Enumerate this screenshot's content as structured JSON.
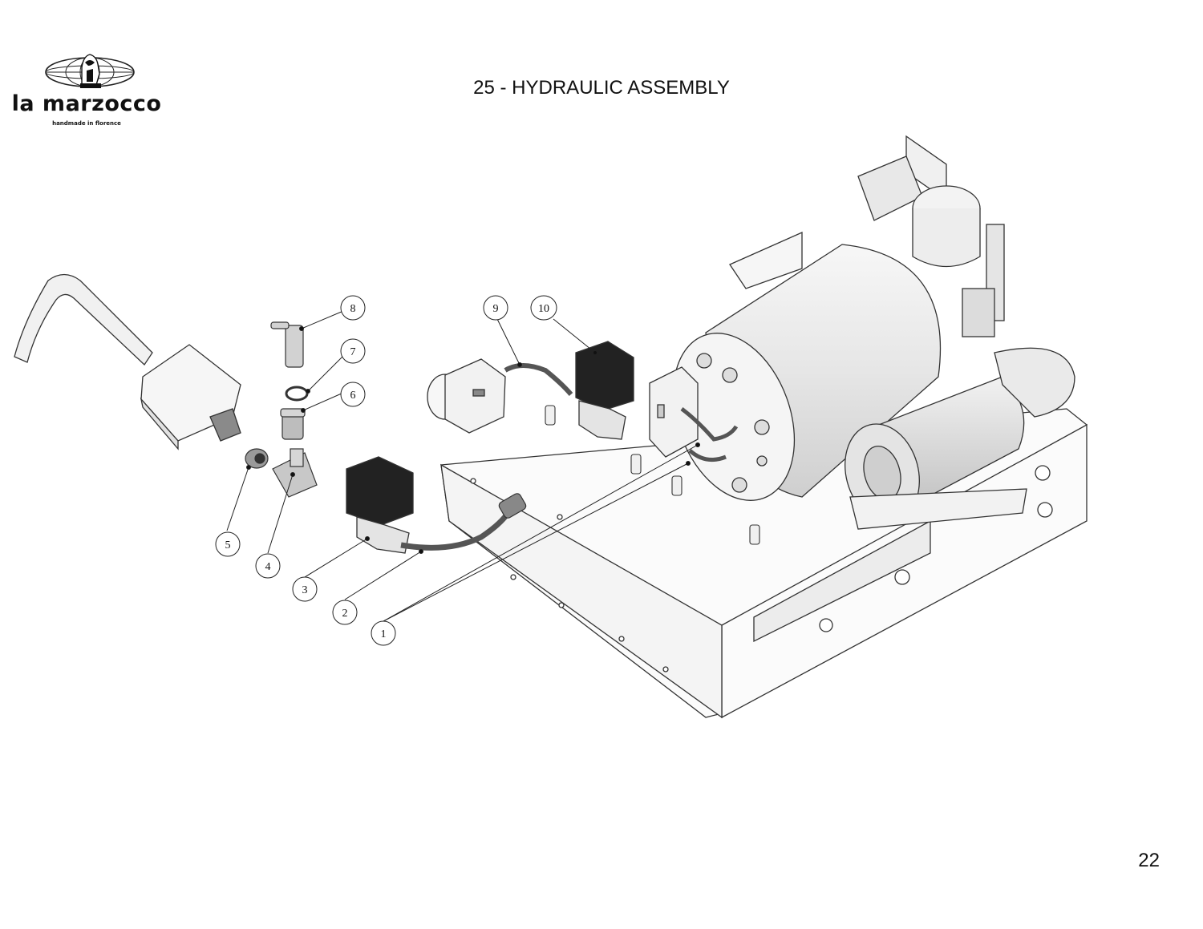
{
  "header": {
    "brand_name": "la marzocco",
    "brand_tagline": "handmade in florence",
    "title": "25 - HYDRAULIC ASSEMBLY"
  },
  "footer": {
    "page_number": "22"
  },
  "diagram": {
    "callouts": [
      "1",
      "2",
      "3",
      "4",
      "5",
      "6",
      "7",
      "8",
      "9",
      "10"
    ]
  }
}
